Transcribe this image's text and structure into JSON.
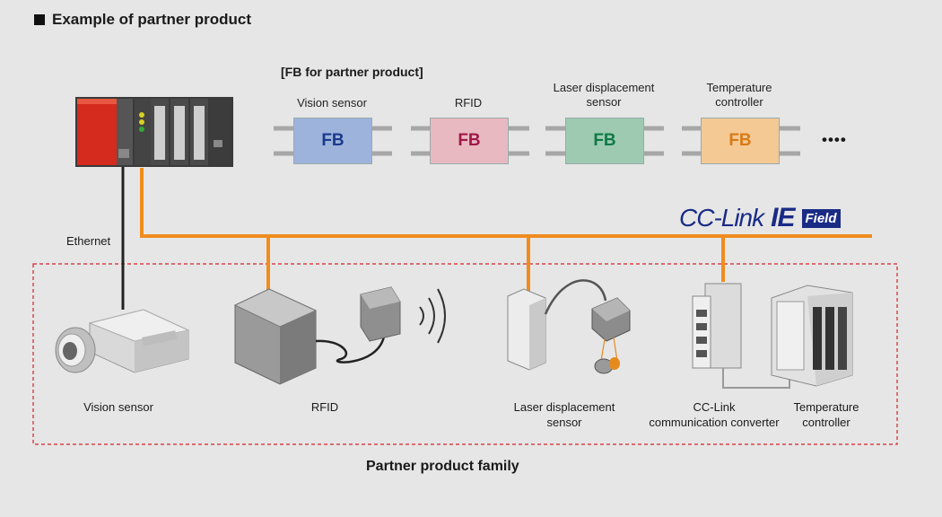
{
  "heading": "Example of partner product",
  "fb_section": {
    "title": "[FB for partner product]",
    "blocks": [
      {
        "label": "Vision sensor",
        "text": "FB",
        "fill": "#9db3dc",
        "text_color": "#1b3a8c"
      },
      {
        "label": "RFID",
        "text": "FB",
        "fill": "#e9b9c1",
        "text_color": "#a0184a"
      },
      {
        "label": "Laser displacement\nsensor",
        "text": "FB",
        "fill": "#9ecab2",
        "text_color": "#0f7a45"
      },
      {
        "label": "Temperature\ncontroller",
        "text": "FB",
        "fill": "#f4c994",
        "text_color": "#d97a17"
      }
    ],
    "more": "••••"
  },
  "network": {
    "ethernet_label": "Ethernet",
    "cclink_logo": {
      "text": "CC-Link",
      "ie": "IE",
      "field": "Field",
      "color": "#1a2b86"
    },
    "bus_color": "#f08c1e"
  },
  "devices": [
    {
      "label": "Vision sensor"
    },
    {
      "label": "RFID"
    },
    {
      "label": "Laser displacement\nsensor"
    },
    {
      "label": "CC-Link\ncommunication converter"
    },
    {
      "label": "Temperature\ncontroller"
    }
  ],
  "family_label": "Partner product family"
}
